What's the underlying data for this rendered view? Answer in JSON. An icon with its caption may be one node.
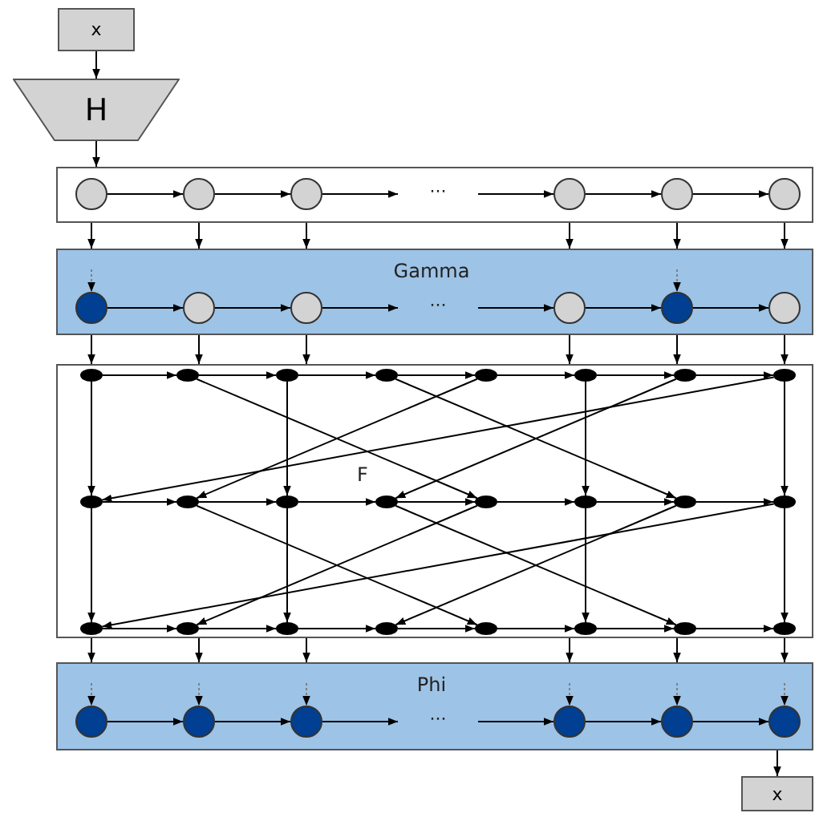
{
  "diagram": {
    "nodes": [
      {
        "text": [
          "x"
        ]
      },
      {
        "text": [
          "H"
        ]
      },
      {
        "text": [],
        "shape": "box"
      },
      {
        "text": [],
        "shape": "circle",
        "in": 2
      },
      {
        "text": [],
        "shape": "circle",
        "in": 2
      },
      {
        "text": [],
        "shape": "circle",
        "in": 2
      },
      {
        "text": [],
        "shape": "circle",
        "in": 2
      },
      {
        "text": [],
        "shape": "circle",
        "in": 2
      },
      {
        "text": [],
        "shape": "circle",
        "in": 2
      },
      {
        "text": [
          "Gamma"
        ]
      },
      {
        "text": [],
        "shape": "circle",
        "in": 9
      },
      {
        "text": [],
        "shape": "circle",
        "in": 9
      },
      {
        "text": [],
        "shape": "circle",
        "in": 9
      },
      {
        "text": [],
        "shape": "circle",
        "in": 9
      },
      {
        "text": [],
        "shape": "circle",
        "in": 9
      },
      {
        "text": [],
        "shape": "circle",
        "in": 9
      },
      {
        "text": [
          "F"
        ]
      },
      {
        "text": [],
        "shape": "circle",
        "in": 16
      },
      {
        "text": [],
        "shape": "circle",
        "in": 16
      },
      {
        "text": [],
        "shape": "circle",
        "in": 16
      },
      {
        "text": [],
        "shape": "circle",
        "in": 16
      },
      {
        "text": [],
        "shape": "circle",
        "in": 16
      },
      {
        "text": [],
        "shape": "circle",
        "in": 16
      },
      {
        "text": [],
        "shape": "circle",
        "in": 16
      },
      {
        "text": [],
        "shape": "circle",
        "in": 16
      },
      {
        "text": [],
        "shape": "circle",
        "in": 16
      },
      {
        "text": [],
        "shape": "circle",
        "in": 16
      },
      {
        "text": [],
        "shape": "circle",
        "in": 16
      },
      {
        "text": [],
        "shape": "circle",
        "in": 16
      },
      {
        "text": [],
        "shape": "circle",
        "in": 16
      },
      {
        "text": [],
        "shape": "circle",
        "in": 16
      },
      {
        "text": [],
        "shape": "circle",
        "in": 16
      },
      {
        "text": [],
        "shape": "circle",
        "in": 16
      },
      {
        "text": [],
        "shape": "circle",
        "in": 16
      },
      {
        "text": [],
        "shape": "circle",
        "in": 16
      },
      {
        "text": [],
        "shape": "circle",
        "in": 16
      },
      {
        "text": [],
        "shape": "circle",
        "in": 16
      },
      {
        "text": [],
        "shape": "circle",
        "in": 16
      },
      {
        "text": [],
        "shape": "circle",
        "in": 16
      },
      {
        "text": [],
        "shape": "circle",
        "in": 16
      },
      {
        "text": [],
        "shape": "circle",
        "in": 16
      },
      {
        "text": [
          "Phi"
        ]
      },
      {
        "text": [],
        "shape": "circle",
        "in": 41
      },
      {
        "text": [],
        "shape": "circle",
        "in": 41
      },
      {
        "text": [],
        "shape": "circle",
        "in": 41
      },
      {
        "text": [],
        "shape": "circle",
        "in": 41
      },
      {
        "text": [],
        "shape": "circle",
        "in": 41
      },
      {
        "text": [],
        "shape": "circle",
        "in": 41
      },
      {
        "text": [
          "x"
        ]
      }
    ],
    "edges": [
      {
        "from": 0,
        "to": 1,
        "arrow": "to"
      },
      {
        "from": 1,
        "to": 2,
        "arrow": "to"
      },
      {
        "from": 3,
        "to": 4,
        "arrow": "to"
      },
      {
        "from": 4,
        "to": 5,
        "arrow": "to"
      },
      {
        "from": 5,
        "to": null,
        "arrow": "to"
      },
      {
        "from": null,
        "to": 6,
        "arrow": "to"
      },
      {
        "from": 6,
        "to": 7,
        "arrow": "to"
      },
      {
        "from": 7,
        "to": 8,
        "arrow": "to"
      },
      {
        "from": 2,
        "to": 9,
        "arrow": "to"
      },
      {
        "from": 2,
        "to": 9,
        "arrow": "to"
      },
      {
        "from": 2,
        "to": 9,
        "arrow": "to"
      },
      {
        "from": 2,
        "to": 9,
        "arrow": "to"
      },
      {
        "from": 2,
        "to": 9,
        "arrow": "to"
      },
      {
        "from": 2,
        "to": 9,
        "arrow": "to"
      },
      {
        "from": null,
        "to": 10,
        "arrow": "to",
        "style": "dashed",
        "color": "#7f7f7f"
      },
      {
        "from": null,
        "to": 14,
        "arrow": "to",
        "style": "dashed",
        "color": "#7f7f7f"
      },
      {
        "from": 10,
        "to": 11,
        "arrow": "to"
      },
      {
        "from": 11,
        "to": 12,
        "arrow": "to"
      },
      {
        "from": 12,
        "to": null,
        "arrow": "to"
      },
      {
        "from": null,
        "to": 13,
        "arrow": "to"
      },
      {
        "from": 13,
        "to": 14,
        "arrow": "to"
      },
      {
        "from": 14,
        "to": 15,
        "arrow": "to"
      },
      {
        "from": 9,
        "to": 16,
        "arrow": "to"
      },
      {
        "from": 9,
        "to": 16,
        "arrow": "to"
      },
      {
        "from": 9,
        "to": 16,
        "arrow": "to"
      },
      {
        "from": 9,
        "to": 16,
        "arrow": "to"
      },
      {
        "from": 9,
        "to": 16,
        "arrow": "to"
      },
      {
        "from": 9,
        "to": 16,
        "arrow": "to"
      },
      {
        "from": 17,
        "to": 18,
        "arrow": "to"
      },
      {
        "from": 18,
        "to": 19,
        "arrow": "to"
      },
      {
        "from": 19,
        "to": 20,
        "arrow": "to"
      },
      {
        "from": 20,
        "to": 21,
        "arrow": "to"
      },
      {
        "from": 21,
        "to": 22,
        "arrow": "to"
      },
      {
        "from": 22,
        "to": 23,
        "arrow": "to"
      },
      {
        "from": 23,
        "to": 24,
        "arrow": "to"
      },
      {
        "from": 25,
        "to": 26,
        "arrow": "to"
      },
      {
        "from": 26,
        "to": 27,
        "arrow": "to"
      },
      {
        "from": 27,
        "to": 28,
        "arrow": "to"
      },
      {
        "from": 28,
        "to": 29,
        "arrow": "to"
      },
      {
        "from": 29,
        "to": 30,
        "arrow": "to"
      },
      {
        "from": 30,
        "to": 31,
        "arrow": "to"
      },
      {
        "from": 31,
        "to": 32,
        "arrow": "to"
      },
      {
        "from": 33,
        "to": 34,
        "arrow": "to"
      },
      {
        "from": 34,
        "to": 35,
        "arrow": "to"
      },
      {
        "from": 35,
        "to": 36,
        "arrow": "to"
      },
      {
        "from": 36,
        "to": 37,
        "arrow": "to"
      },
      {
        "from": 37,
        "to": 38,
        "arrow": "to"
      },
      {
        "from": 38,
        "to": 39,
        "arrow": "to"
      },
      {
        "from": 39,
        "to": 40,
        "arrow": "to"
      },
      {
        "from": 17,
        "to": 25,
        "arrow": "to"
      },
      {
        "from": 19,
        "to": 27,
        "arrow": "to"
      },
      {
        "from": 22,
        "to": 30,
        "arrow": "to"
      },
      {
        "from": 24,
        "to": 32,
        "arrow": "to"
      },
      {
        "from": 25,
        "to": 33,
        "arrow": "to"
      },
      {
        "from": 27,
        "to": 35,
        "arrow": "to"
      },
      {
        "from": 30,
        "to": 38,
        "arrow": "to"
      },
      {
        "from": 32,
        "to": 40,
        "arrow": "to"
      },
      {
        "from": 18,
        "to": 29,
        "arrow": "to"
      },
      {
        "from": 20,
        "to": 31,
        "arrow": "to"
      },
      {
        "from": 21,
        "to": 26,
        "arrow": "to"
      },
      {
        "from": 23,
        "to": 28,
        "arrow": "to"
      },
      {
        "from": 24,
        "to": 25,
        "arrow": "to"
      },
      {
        "from": 26,
        "to": 37,
        "arrow": "to"
      },
      {
        "from": 28,
        "to": 39,
        "arrow": "to"
      },
      {
        "from": 29,
        "to": 34,
        "arrow": "to"
      },
      {
        "from": 31,
        "to": 36,
        "arrow": "to"
      },
      {
        "from": 32,
        "to": 33,
        "arrow": "to"
      },
      {
        "from": 16,
        "to": 41,
        "arrow": "to"
      },
      {
        "from": 16,
        "to": 41,
        "arrow": "to"
      },
      {
        "from": 16,
        "to": 41,
        "arrow": "to"
      },
      {
        "from": 16,
        "to": 41,
        "arrow": "to"
      },
      {
        "from": 16,
        "to": 41,
        "arrow": "to"
      },
      {
        "from": 16,
        "to": 41,
        "arrow": "to"
      },
      {
        "from": null,
        "to": 42,
        "arrow": "to",
        "style": "dashed",
        "color": "#7f7f7f"
      },
      {
        "from": null,
        "to": 43,
        "arrow": "to",
        "style": "dashed",
        "color": "#7f7f7f"
      },
      {
        "from": null,
        "to": 44,
        "arrow": "to",
        "style": "dashed",
        "color": "#7f7f7f"
      },
      {
        "from": null,
        "to": 45,
        "arrow": "to",
        "style": "dashed",
        "color": "#7f7f7f"
      },
      {
        "from": null,
        "to": 46,
        "arrow": "to",
        "style": "dashed",
        "color": "#7f7f7f"
      },
      {
        "from": null,
        "to": 47,
        "arrow": "to",
        "style": "dashed",
        "color": "#7f7f7f"
      },
      {
        "from": 42,
        "to": 43,
        "arrow": "to"
      },
      {
        "from": 43,
        "to": 44,
        "arrow": "to"
      },
      {
        "from": 44,
        "to": null,
        "arrow": "to"
      },
      {
        "from": null,
        "to": 45,
        "arrow": "to"
      },
      {
        "from": 45,
        "to": 46,
        "arrow": "to"
      },
      {
        "from": 46,
        "to": 47,
        "arrow": "to"
      },
      {
        "from": 41,
        "to": 48,
        "arrow": "to"
      }
    ],
    "labels": [
      "···",
      "···",
      "···"
    ]
  }
}
